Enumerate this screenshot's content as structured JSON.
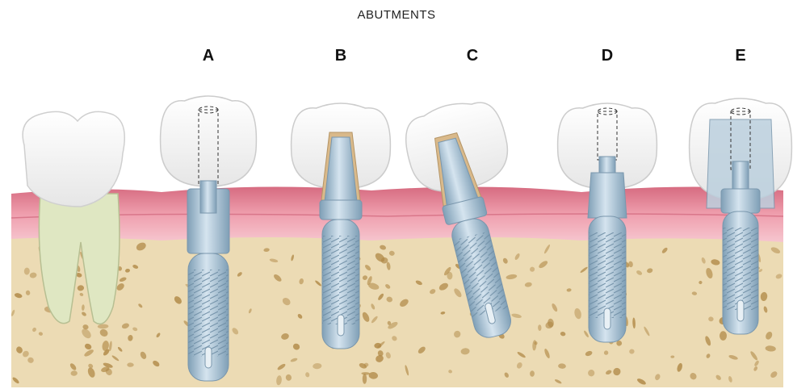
{
  "figure": {
    "title": "ABUTMENTS",
    "labels": [
      "A",
      "B",
      "C",
      "D",
      "E"
    ],
    "colors": {
      "bone": "#ecdbb4",
      "bone_pore": "#b18a48",
      "gum": "#e27f92",
      "gum_light": "#f2b3bf",
      "enamel": "#f6f6f6",
      "root": "#dfe7c2",
      "implant": "#a7c2d6"
    }
  }
}
